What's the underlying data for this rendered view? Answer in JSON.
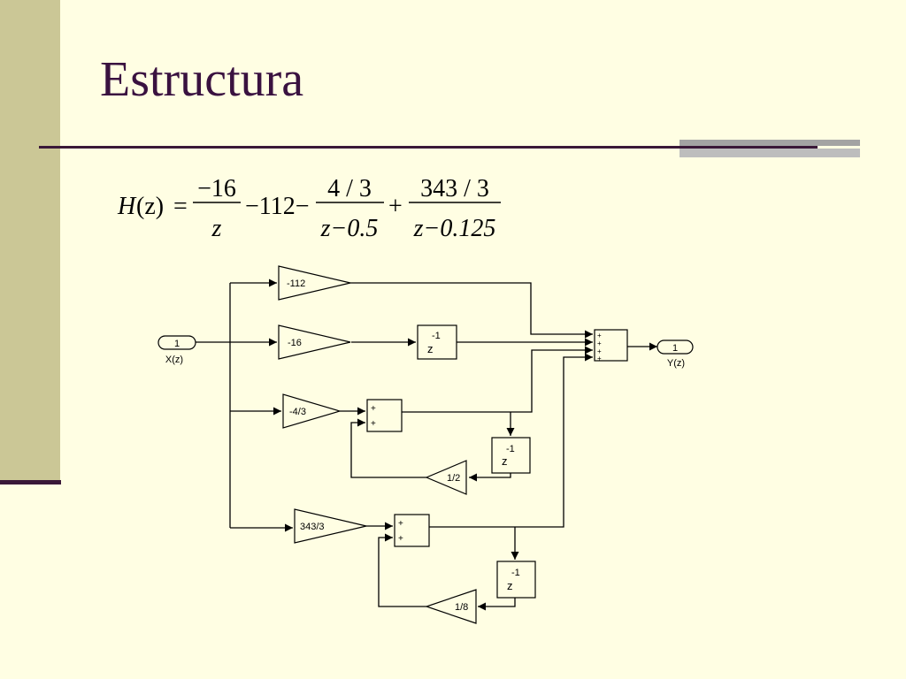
{
  "slide": {
    "title": "Estructura",
    "colors": {
      "background": "#FFFEE3",
      "sidebar": "#CBC796",
      "title": "#3A1240",
      "rule": "#3A1838",
      "accent": "#A3A3A3"
    }
  },
  "formula": {
    "lhs": "H",
    "lhs_arg": "(z)",
    "equals": "=",
    "term1_num": "−16",
    "term1_den": "z",
    "term2": "−112−",
    "term3_num": "4 / 3",
    "term3_den": "z−0.5",
    "plus": "+",
    "term4_num": "343 / 3",
    "term4_den": "z−0.125"
  },
  "diagram": {
    "input_port": {
      "number": "1",
      "label": "X(z)"
    },
    "output_port": {
      "number": "1",
      "label": "Y(z)"
    },
    "gain_112": "-112",
    "gain_16": "-16",
    "gain_4_3": "-4/3",
    "gain_343_3": "343/3",
    "feedback_gain_1_2": "1/2",
    "feedback_gain_1_8": "1/8",
    "delay_power": "-1",
    "delay_var": "z",
    "sum_plus": "+"
  }
}
